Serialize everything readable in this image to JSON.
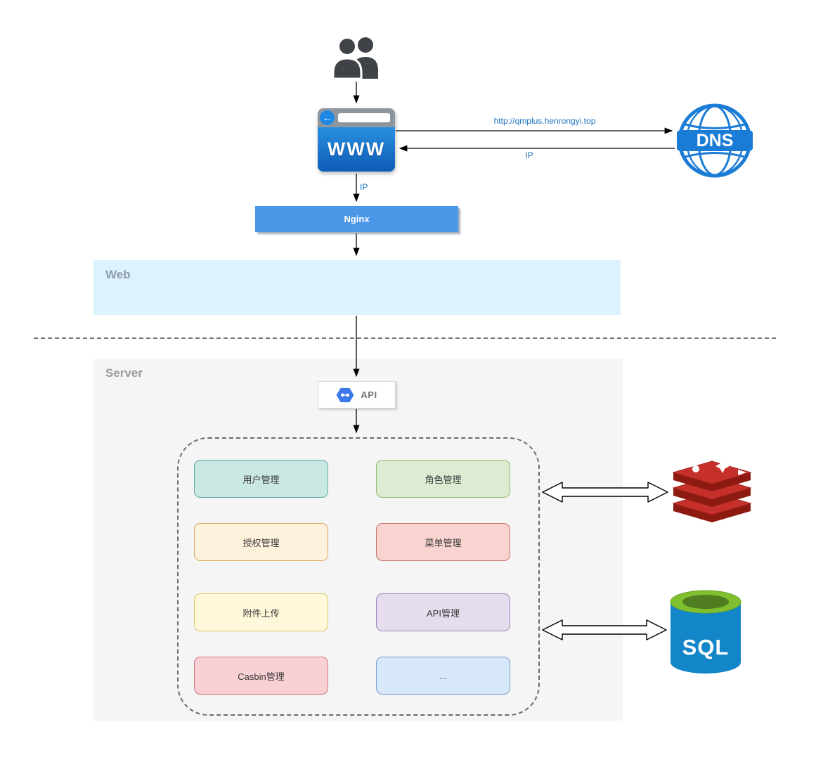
{
  "browser": {
    "title": "WWW",
    "back_glyph": "←"
  },
  "dns": {
    "label": "DNS"
  },
  "nginx": {
    "label": "Nginx"
  },
  "zones": {
    "web": "Web",
    "server": "Server"
  },
  "api": {
    "label": "API"
  },
  "sql": {
    "label": "SQL"
  },
  "edges": {
    "browser_to_dns_label": "http://qmplus.henrongyi.top",
    "dns_to_browser_label": "IP",
    "browser_to_nginx_label": "IP"
  },
  "modules": [
    {
      "label": "用户管理",
      "fill": "#c9e8e4",
      "border": "#5fa89f"
    },
    {
      "label": "角色管理",
      "fill": "#dcebd1",
      "border": "#92bd72"
    },
    {
      "label": "授权管理",
      "fill": "#fff2dd",
      "border": "#dba85e"
    },
    {
      "label": "菜单管理",
      "fill": "#f8d3d0",
      "border": "#c5726b"
    },
    {
      "label": "附件上传",
      "fill": "#fff8da",
      "border": "#ddc765"
    },
    {
      "label": "API管理",
      "fill": "#e5ddee",
      "border": "#9e84ba"
    },
    {
      "label": "Casbin管理",
      "fill": "#f9d1d5",
      "border": "#d2747f"
    },
    {
      "label": "...",
      "fill": "#d7e8fa",
      "border": "#7fa0cb"
    }
  ],
  "icons": {
    "users": "users-icon",
    "browser_window": "browser-window-icon",
    "back_arrow": "back-arrow-icon",
    "dns_globe": "dns-globe-icon",
    "api_hexagon": "api-hexagon-icon",
    "redis_stack": "redis-stack-icon",
    "sql_database": "sql-database-icon"
  },
  "colors": {
    "nginx_bar": "#4d97e8",
    "browser_body_blue": "#0d5cb6",
    "web_zone_bg": "#dcf2fc",
    "server_zone_bg": "#f5f5f5",
    "edge_label_blue": "#1f74c0",
    "dns_blue": "#1b7cd6",
    "redis_red": "#c6302b",
    "redis_dark_red": "#8c1a10",
    "sql_body_blue": "#1286c8",
    "sql_top_green": "#7fbf30",
    "arrow_black": "#000000"
  }
}
